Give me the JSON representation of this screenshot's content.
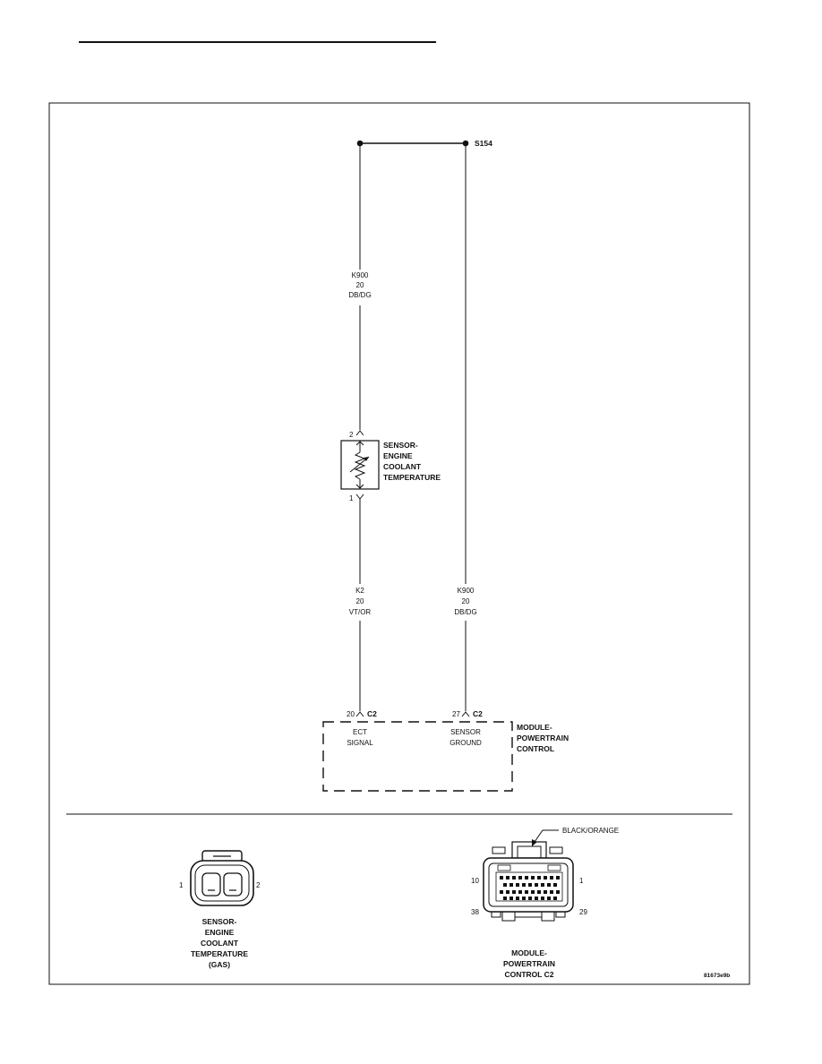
{
  "splice": {
    "id": "S154"
  },
  "wires": {
    "k900_upper": {
      "circuit": "K900",
      "gauge": "20",
      "color": "DB/DG"
    },
    "k2": {
      "circuit": "K2",
      "gauge": "20",
      "color": "VT/OR"
    },
    "k900_lower": {
      "circuit": "K900",
      "gauge": "20",
      "color": "DB/DG"
    }
  },
  "ect_sensor": {
    "pin_top": "2",
    "pin_bottom": "1",
    "label_lines": [
      "SENSOR-",
      "ENGINE",
      "COOLANT",
      "TEMPERATURE"
    ]
  },
  "pcm": {
    "pin_ect": "20",
    "pin_ground": "27",
    "connector": "C2",
    "ect_lines": [
      "ECT",
      "SIGNAL"
    ],
    "ground_lines": [
      "SENSOR",
      "GROUND"
    ],
    "label_lines": [
      "MODULE-",
      "POWERTRAIN",
      "CONTROL"
    ]
  },
  "connector_views": {
    "sensor": {
      "pin_left": "1",
      "pin_right": "2",
      "label_lines": [
        "SENSOR-",
        "ENGINE",
        "COOLANT",
        "TEMPERATURE",
        "(GAS)"
      ]
    },
    "pcm_c2": {
      "color_callout": "BLACK/ORANGE",
      "pin_top_left": "10",
      "pin_top_right": "1",
      "pin_bottom_left": "38",
      "pin_bottom_right": "29",
      "label_lines": [
        "MODULE-",
        "POWERTRAIN",
        "CONTROL C2"
      ]
    }
  },
  "figure_id": "81673e9b"
}
